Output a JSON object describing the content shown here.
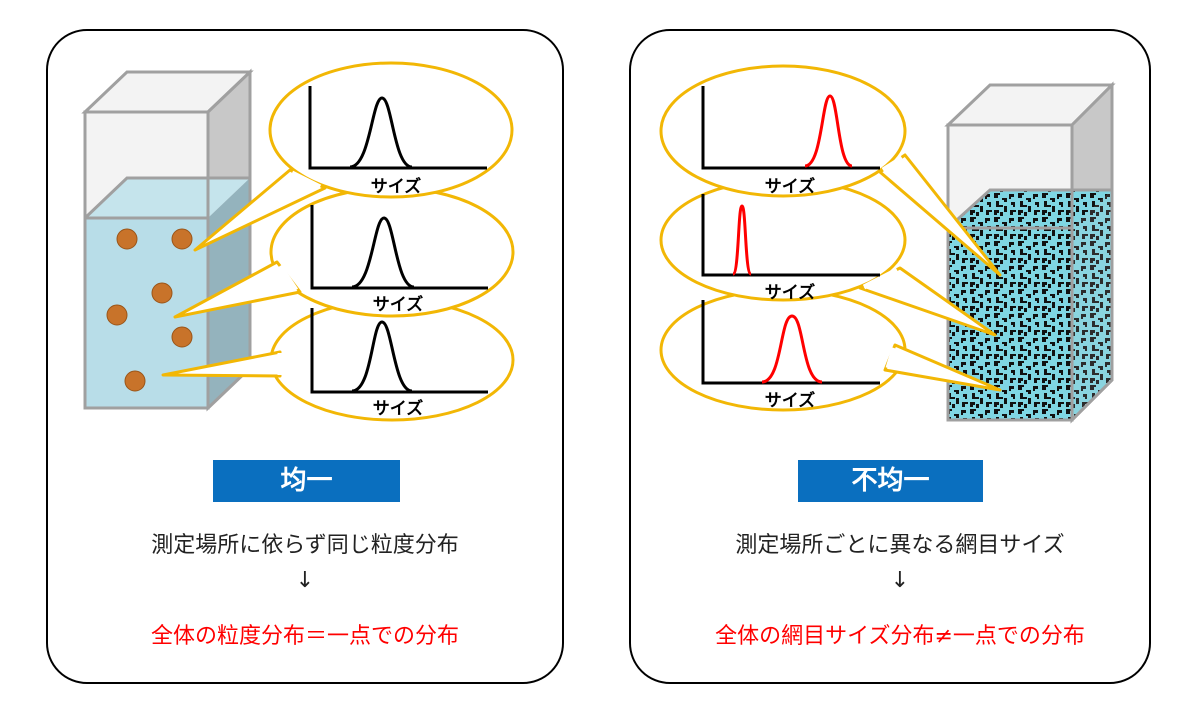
{
  "axis_label": "サイズ",
  "left": {
    "title": "均一",
    "description": "測定場所に依らず同じ粒度分布",
    "arrow": "↓",
    "conclusion": "全体の粒度分布＝一点での分布"
  },
  "right": {
    "title": "不均一",
    "description": "測定場所ごとに異なる網目サイズ",
    "arrow": "↓",
    "conclusion": "全体の網目サイズ分布≠一点での分布"
  },
  "colors": {
    "bubble": "#f2b705",
    "label_bg": "#0a6fbf",
    "red": "#ff0000",
    "liquid": "#b8dde8"
  }
}
